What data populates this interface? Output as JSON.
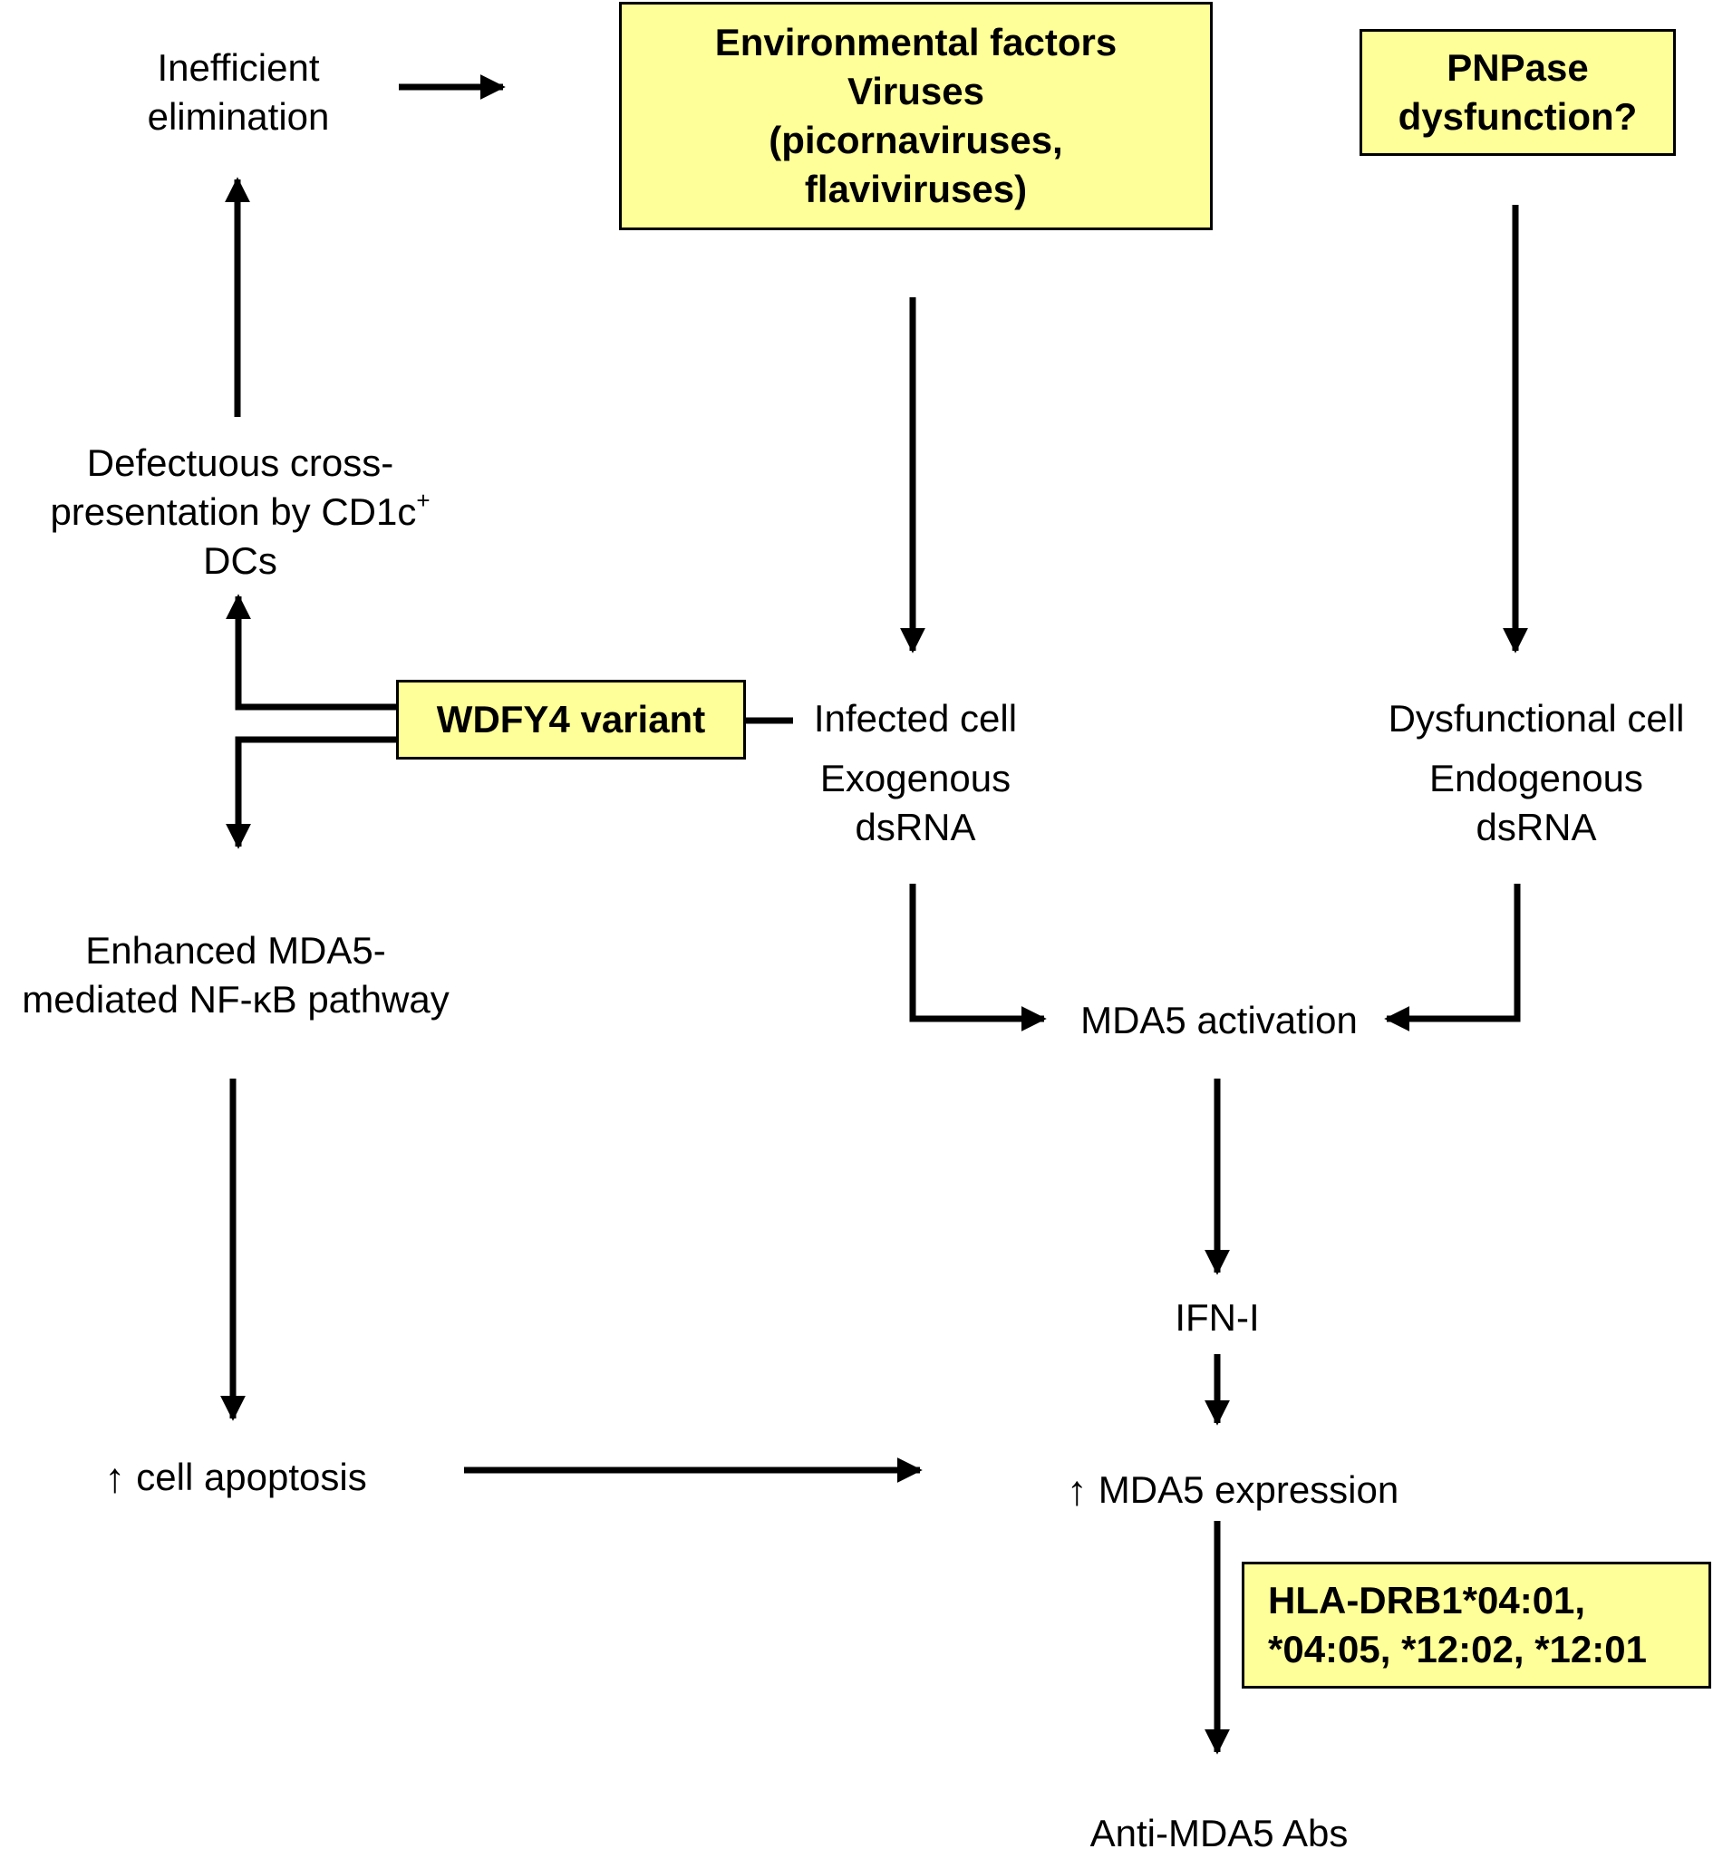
{
  "nodes": {
    "inefficient_elimination": [
      "Inefficient",
      "elimination"
    ],
    "environmental_factors": [
      "Environmental factors",
      "Viruses",
      "(picornaviruses,",
      "flaviviruses)"
    ],
    "pnpase_dysfunction": [
      "PNPase",
      "dysfunction?"
    ],
    "defectuous_cross_presentation": {
      "line1": "Defectuous cross-",
      "line2_main": "presentation by CD1c",
      "line2_sup": "+",
      "line3": "DCs"
    },
    "wdfy4_variant": "WDFY4 variant",
    "infected_cell": [
      "Infected cell",
      "Exogenous",
      "dsRNA"
    ],
    "dysfunctional_cell": [
      "Dysfunctional cell",
      "Endogenous",
      "dsRNA"
    ],
    "enhanced_mda5": [
      "Enhanced MDA5-",
      "mediated NF-κB pathway"
    ],
    "mda5_activation": "MDA5 activation",
    "ifn_i": "IFN-I",
    "cell_apoptosis": {
      "arrow": "↑",
      "text": "cell apoptosis"
    },
    "mda5_expression": {
      "arrow": "↑",
      "text": "MDA5 expression"
    },
    "hla_drb1": [
      "HLA-DRB1*04:01,",
      "*04:05, *12:02, *12:01"
    ],
    "anti_mda5_abs": "Anti-MDA5 Abs"
  },
  "colors": {
    "box_fill": "#ffff99",
    "stroke": "#000000",
    "background": "#ffffff"
  }
}
